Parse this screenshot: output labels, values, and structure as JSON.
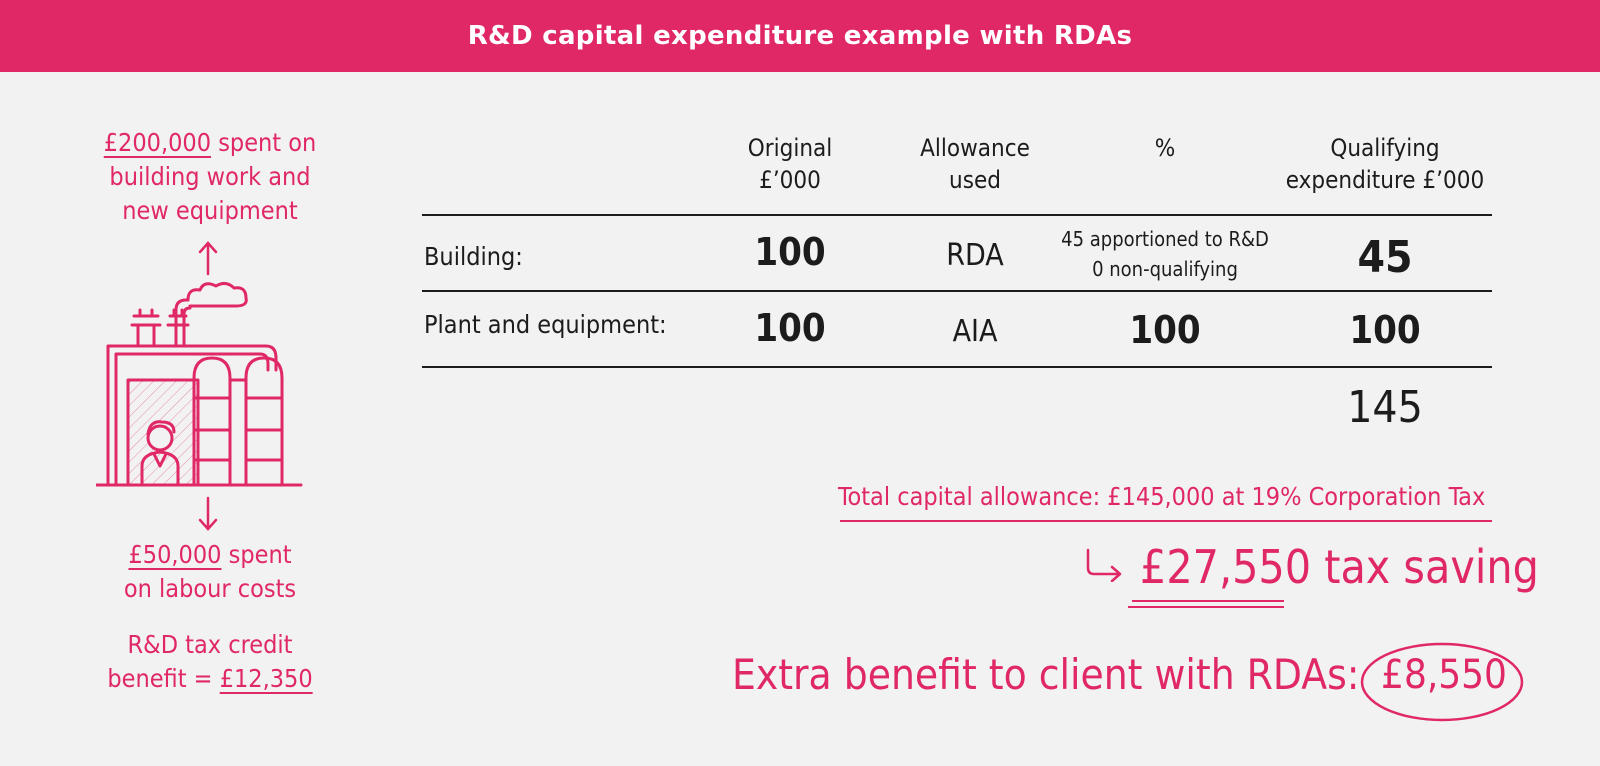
{
  "header": {
    "title": "R&D capital expenditure example with RDAs"
  },
  "left": {
    "top_amount": "£200,000",
    "top_text_1": "spent on",
    "top_text_2": "building work and",
    "top_text_3": "new equipment",
    "bottom_amount": "£50,000",
    "bottom_text_1": "spent",
    "bottom_text_2": "on labour costs",
    "credit_line_1": "R&D tax credit",
    "credit_line_2": "benefit =",
    "credit_amount": "£12,350"
  },
  "table": {
    "headers": {
      "original_1": "Original",
      "original_2": "£’000",
      "allowance_1": "Allowance",
      "allowance_2": "used",
      "percent": "%",
      "qualifying_1": "Qualifying",
      "qualifying_2": "expenditure £’000"
    },
    "rows": [
      {
        "label": "Building:",
        "original": "100",
        "allowance": "RDA",
        "percent_1": "45 apportioned to R&D",
        "percent_2": "0 non-qualifying",
        "qualifying": "45"
      },
      {
        "label": "Plant and equipment:",
        "original": "100",
        "allowance": "AIA",
        "percent": "100",
        "qualifying": "100"
      }
    ],
    "total": "145"
  },
  "summary": {
    "total_line": "Total capital allowance: £145,000 at 19% Corporation Tax",
    "saving_amount": "£27,550",
    "saving_text": "tax saving",
    "extra_text": "Extra benefit to client with RDAs:",
    "extra_amount": "£8,550"
  },
  "colors": {
    "accent": "#e02866",
    "ink": "#1c1c1c",
    "background": "#f2f2f2"
  }
}
